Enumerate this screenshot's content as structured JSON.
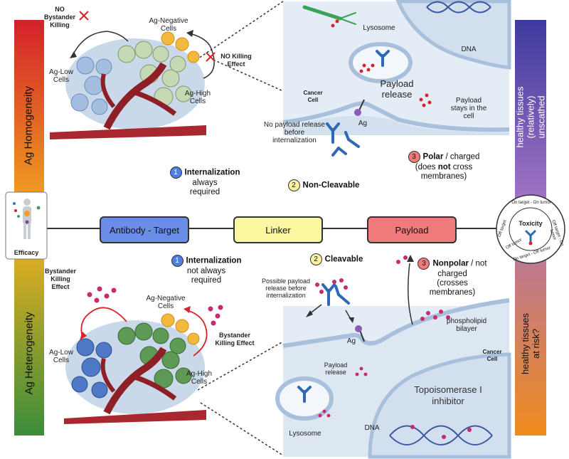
{
  "left_bar": {
    "top_label": "Ag Homogeneity",
    "bottom_label": "Ag Heterogeneity",
    "colors": {
      "top": "#d3212a",
      "middle": "#f5b21e",
      "bottom": "#3b8c3b"
    }
  },
  "right_bar": {
    "top_label": "healthy tissues (relatively) unscathed",
    "bottom_label": "healthy tissues at risk?",
    "colors": {
      "top": "#3d3a9e",
      "middle": "#a576c6",
      "bottom": "#ef8b1c"
    }
  },
  "efficacy": {
    "label": "Efficacy"
  },
  "toxicity": {
    "label": "Toxicity",
    "arc_top": "On target - On tumor",
    "arc_left": "Off target",
    "arc_left2": "Off tumor",
    "arc_right": "Off target - On tumor",
    "arc_bottom": "On target - Off tumor"
  },
  "components": {
    "antibody": "Antibody - Target",
    "linker": "Linker",
    "payload": "Payload"
  },
  "colors": {
    "antibody": "#6a8de8",
    "linker": "#fbf7a0",
    "payload": "#f07b7b",
    "num_blue": "#4e7fe6",
    "num_yellow": "#f6f0a0",
    "num_red": "#f07b7b",
    "cell_bg": "#e9f0f8"
  },
  "top_section": {
    "step1": {
      "num": "1",
      "bold": "Internalization",
      "rest": "always required"
    },
    "step2": {
      "num": "2",
      "bold": "Non-Cleavable"
    },
    "step3": {
      "num": "3",
      "bold": "Polar",
      "rest1": " / charged",
      "rest2": "(does ",
      "not": "not",
      "rest3": " cross",
      "rest4": "membranes)"
    },
    "tumor": {
      "no_bystander": "NO Bystander Killing",
      "ag_negative": "Ag-Negative Cells",
      "no_killing": "NO Killing Effect",
      "ag_low": "Ag-Low Cells",
      "ag_high": "Ag-High Cells"
    },
    "cell": {
      "lysosome": "Lysosome",
      "dna": "DNA",
      "payload_release": "Payload release",
      "cancer_cell": "Cancer Cell",
      "ag": "Ag",
      "no_payload_release": "No payload release before internalization",
      "payload_stays": "Payload stays in the cell"
    }
  },
  "bottom_section": {
    "step1": {
      "num": "1",
      "bold": "Internalization",
      "rest": "not always required"
    },
    "step2": {
      "num": "2",
      "bold": "Cleavable"
    },
    "step3": {
      "num": "3",
      "bold": "Nonpolar",
      "rest1": " / not",
      "rest2": "charged",
      "rest3": "(crosses",
      "rest4": "membranes)"
    },
    "tumor": {
      "bystander_left": "Bystander Killing Effect",
      "ag_negative": "Ag-Negative Cells",
      "bystander_right": "Bystander Killing Effect",
      "ag_low": "Ag-Low Cells",
      "ag_high": "Ag-High Cells"
    },
    "cell": {
      "possible_release": "Possible payload release before internalization",
      "ag": "Ag",
      "phospholipid": "phospholipid bilayer",
      "cancer_cell": "Cancer Cell",
      "payload_release": "Payload release",
      "topo": "Topoisomerase I inhibitor",
      "lysosome": "Lysosome",
      "dna": "DNA"
    }
  }
}
